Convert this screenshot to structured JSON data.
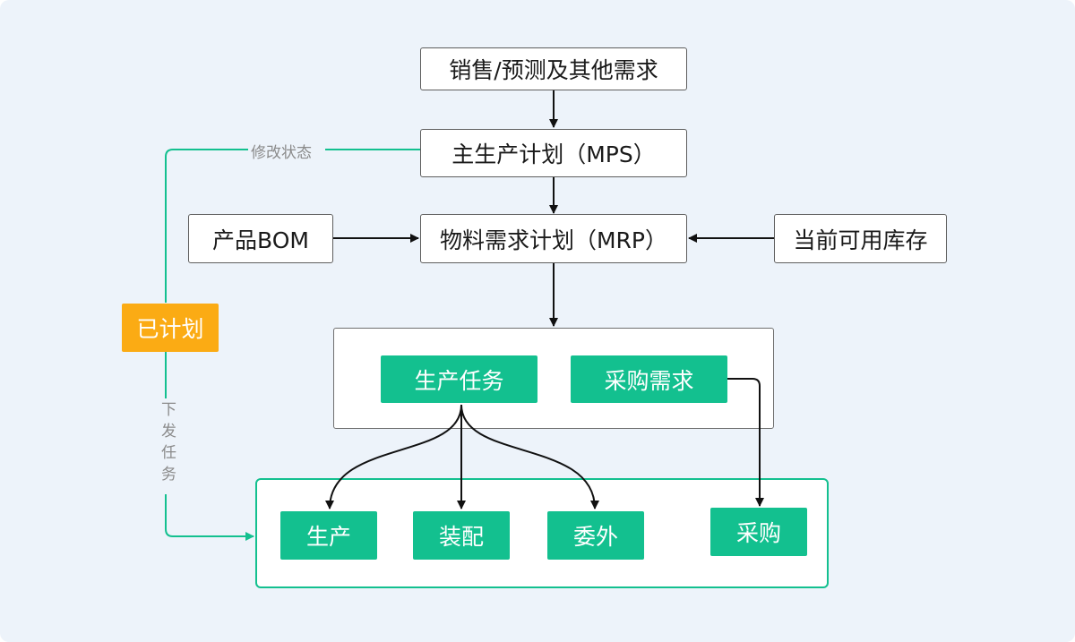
{
  "nodes": {
    "sales": "销售/预测及其他需求",
    "mps": "主生产计划（MPS）",
    "bom": "产品BOM",
    "mrp": "物料需求计划（MRP）",
    "inventory": "当前可用库存",
    "planned": "已计划",
    "production_task": "生产任务",
    "purchase_demand": "采购需求",
    "production": "生产",
    "assembly": "装配",
    "outsourcing": "委外",
    "purchase": "采购"
  },
  "labels": {
    "modify_status": "修改状态",
    "issue_task": "下发任务"
  },
  "colors": {
    "background": "#edf3fa",
    "green": "#13c08f",
    "orange": "#fbab14",
    "arrow": "#111111",
    "label": "#8b8b8b"
  }
}
